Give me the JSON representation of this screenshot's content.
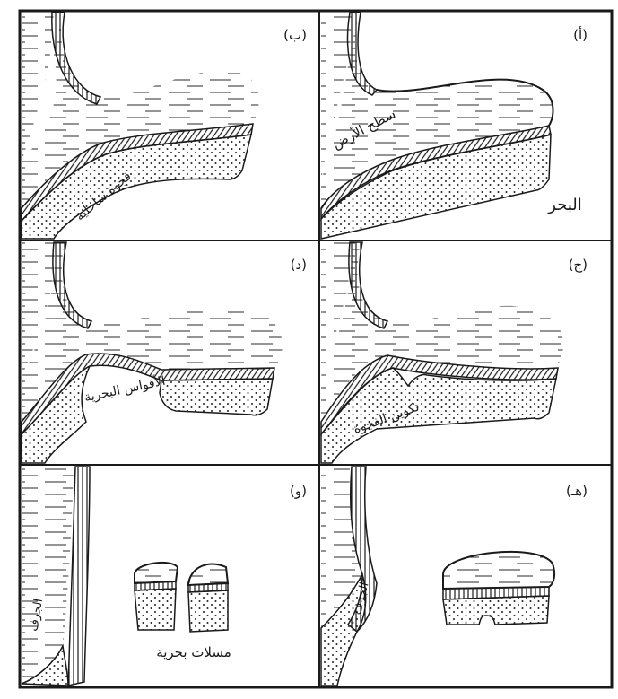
{
  "figure": {
    "panels": [
      {
        "id": "a",
        "letter": "(أ)",
        "labels": [
          "سطح الأرض",
          "البحر"
        ]
      },
      {
        "id": "b",
        "letter": "(ب)",
        "labels": [
          "فجوة ساحلية"
        ]
      },
      {
        "id": "c",
        "letter": "(ج)",
        "labels": [
          "تكوين الفجوة"
        ]
      },
      {
        "id": "d",
        "letter": "(د)",
        "labels": [
          "الأقواس البحرية"
        ]
      },
      {
        "id": "e",
        "letter": "(هـ)",
        "labels": [
          "الجرف"
        ]
      },
      {
        "id": "f",
        "letter": "(و)",
        "labels": [
          "الجرف",
          "مسلات بحرية"
        ]
      }
    ]
  }
}
